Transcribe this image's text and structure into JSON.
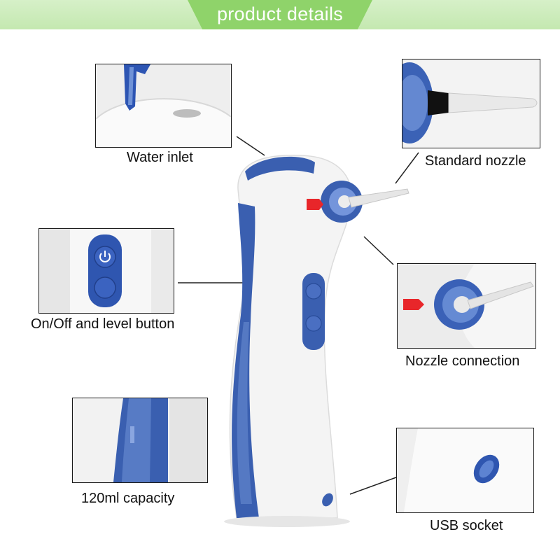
{
  "banner": {
    "title": "product details"
  },
  "callouts": {
    "water_inlet": "Water inlet",
    "standard_nozzle": "Standard nozzle",
    "on_off_button": "On/Off  and level button",
    "nozzle_connection": "Nozzle connection",
    "capacity": "120ml capacity",
    "usb_socket": "USB socket"
  },
  "icons": {
    "power": "power-icon"
  },
  "colors": {
    "banner_green": "#8fd36a",
    "banner_strip": "#c9eab5",
    "device_blue": "#3a5fb0",
    "device_white": "#f4f4f4",
    "accent_red": "#e8262a"
  }
}
